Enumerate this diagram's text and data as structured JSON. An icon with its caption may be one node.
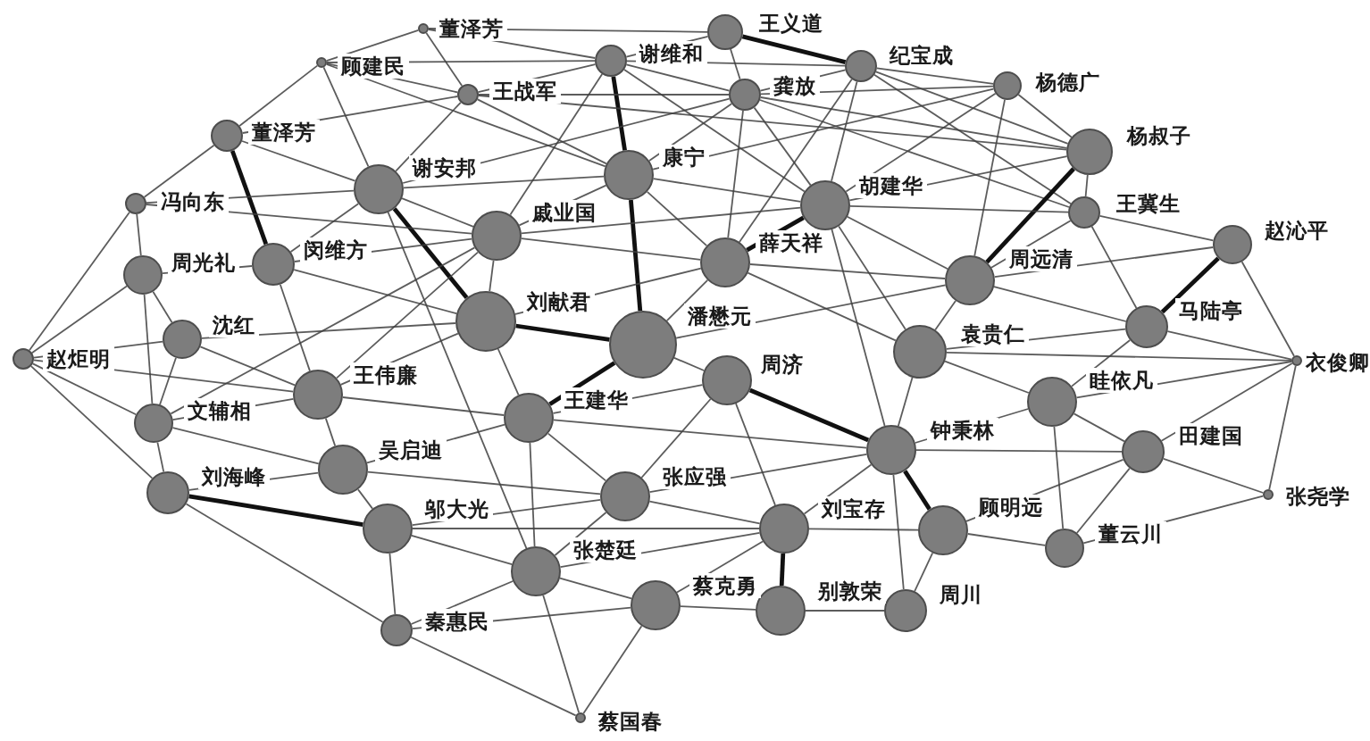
{
  "diagram": {
    "nodes": [
      {
        "text": [
          "董泽芳"
        ]
      },
      {
        "text": [
          "王义道"
        ]
      },
      {
        "text": [
          "顾建民"
        ]
      },
      {
        "text": [
          "谢维和"
        ]
      },
      {
        "text": [
          "纪宝成"
        ]
      },
      {
        "text": [
          "杨德广"
        ]
      },
      {
        "text": [
          "王战军"
        ]
      },
      {
        "text": [
          "龚放"
        ]
      },
      {
        "text": [
          "董泽芳"
        ]
      },
      {
        "text": [
          "杨叔子"
        ]
      },
      {
        "text": [
          "康宁"
        ]
      },
      {
        "text": [
          "谢安邦"
        ]
      },
      {
        "text": [
          "冯向东"
        ]
      },
      {
        "text": [
          "胡建华"
        ]
      },
      {
        "text": [
          "王冀生"
        ]
      },
      {
        "text": [
          "戚业国"
        ]
      },
      {
        "text": [
          "赵沁平"
        ]
      },
      {
        "text": [
          "薛天祥"
        ]
      },
      {
        "text": [
          "闵维方"
        ]
      },
      {
        "text": [
          "周光礼"
        ]
      },
      {
        "text": [
          "周远清"
        ]
      },
      {
        "text": [
          "刘献君"
        ]
      },
      {
        "text": [
          "马陆亭"
        ]
      },
      {
        "text": [
          "沈红"
        ]
      },
      {
        "text": [
          "潘懋元"
        ]
      },
      {
        "text": [
          "袁贵仁"
        ]
      },
      {
        "text": [
          "赵炬明"
        ]
      },
      {
        "text": [
          "衣俊卿"
        ]
      },
      {
        "text": [
          "周济"
        ]
      },
      {
        "text": [
          "王伟廉"
        ]
      },
      {
        "text": [
          "眭依凡"
        ]
      },
      {
        "text": [
          "王建华"
        ]
      },
      {
        "text": [
          "文辅相"
        ]
      },
      {
        "text": [
          "钟秉林"
        ]
      },
      {
        "text": [
          "田建国"
        ]
      },
      {
        "text": [
          "吴启迪"
        ]
      },
      {
        "text": [
          "刘海峰"
        ]
      },
      {
        "text": [
          "张尧学"
        ]
      },
      {
        "text": [
          "张应强"
        ]
      },
      {
        "text": [
          "邬大光"
        ]
      },
      {
        "text": [
          "刘宝存"
        ]
      },
      {
        "text": [
          "顾明远"
        ]
      },
      {
        "text": [
          "董云川"
        ]
      },
      {
        "text": [
          "张楚廷"
        ]
      },
      {
        "text": [
          "蔡克勇"
        ]
      },
      {
        "text": [
          "别敦荣"
        ]
      },
      {
        "text": [
          "周川"
        ]
      },
      {
        "text": [
          "秦惠民"
        ]
      },
      {
        "text": [
          "蔡国春"
        ]
      }
    ],
    "edges": [
      {
        "from": 0,
        "to": 1,
        "arrow": "none"
      },
      {
        "from": 0,
        "to": 2,
        "arrow": "none"
      },
      {
        "from": 0,
        "to": 3,
        "arrow": "none"
      },
      {
        "from": 0,
        "to": 6,
        "arrow": "none"
      },
      {
        "from": 1,
        "to": 3,
        "arrow": "none"
      },
      {
        "from": 1,
        "to": 4,
        "arrow": "none",
        "style": "thick",
        "color": "#111111"
      },
      {
        "from": 1,
        "to": 7,
        "arrow": "none"
      },
      {
        "from": 2,
        "to": 3,
        "arrow": "none"
      },
      {
        "from": 2,
        "to": 6,
        "arrow": "none"
      },
      {
        "from": 2,
        "to": 8,
        "arrow": "none"
      },
      {
        "from": 2,
        "to": 10,
        "arrow": "none"
      },
      {
        "from": 2,
        "to": 11,
        "arrow": "none"
      },
      {
        "from": 3,
        "to": 4,
        "arrow": "none"
      },
      {
        "from": 3,
        "to": 6,
        "arrow": "none"
      },
      {
        "from": 3,
        "to": 7,
        "arrow": "none"
      },
      {
        "from": 3,
        "to": 10,
        "arrow": "none",
        "style": "thick",
        "color": "#111111"
      },
      {
        "from": 3,
        "to": 13,
        "arrow": "none"
      },
      {
        "from": 3,
        "to": 15,
        "arrow": "none"
      },
      {
        "from": 4,
        "to": 5,
        "arrow": "none"
      },
      {
        "from": 4,
        "to": 7,
        "arrow": "none"
      },
      {
        "from": 4,
        "to": 9,
        "arrow": "none"
      },
      {
        "from": 4,
        "to": 13,
        "arrow": "none"
      },
      {
        "from": 4,
        "to": 14,
        "arrow": "none"
      },
      {
        "from": 4,
        "to": 17,
        "arrow": "none"
      },
      {
        "from": 5,
        "to": 7,
        "arrow": "none"
      },
      {
        "from": 5,
        "to": 9,
        "arrow": "none"
      },
      {
        "from": 5,
        "to": 10,
        "arrow": "none"
      },
      {
        "from": 5,
        "to": 13,
        "arrow": "none"
      },
      {
        "from": 5,
        "to": 20,
        "arrow": "none"
      },
      {
        "from": 6,
        "to": 7,
        "arrow": "none"
      },
      {
        "from": 6,
        "to": 8,
        "arrow": "none"
      },
      {
        "from": 6,
        "to": 9,
        "arrow": "none"
      },
      {
        "from": 6,
        "to": 10,
        "arrow": "none"
      },
      {
        "from": 6,
        "to": 11,
        "arrow": "none"
      },
      {
        "from": 7,
        "to": 9,
        "arrow": "none"
      },
      {
        "from": 7,
        "to": 10,
        "arrow": "none"
      },
      {
        "from": 7,
        "to": 11,
        "arrow": "none"
      },
      {
        "from": 7,
        "to": 13,
        "arrow": "none"
      },
      {
        "from": 7,
        "to": 14,
        "arrow": "none"
      },
      {
        "from": 7,
        "to": 17,
        "arrow": "none"
      },
      {
        "from": 8,
        "to": 11,
        "arrow": "none"
      },
      {
        "from": 8,
        "to": 12,
        "arrow": "none"
      },
      {
        "from": 8,
        "to": 18,
        "arrow": "none",
        "style": "thick",
        "color": "#111111"
      },
      {
        "from": 9,
        "to": 13,
        "arrow": "none"
      },
      {
        "from": 9,
        "to": 14,
        "arrow": "none"
      },
      {
        "from": 9,
        "to": 20,
        "arrow": "none",
        "style": "thick",
        "color": "#111111"
      },
      {
        "from": 10,
        "to": 11,
        "arrow": "none"
      },
      {
        "from": 10,
        "to": 13,
        "arrow": "none"
      },
      {
        "from": 10,
        "to": 15,
        "arrow": "none"
      },
      {
        "from": 10,
        "to": 17,
        "arrow": "none"
      },
      {
        "from": 10,
        "to": 24,
        "arrow": "none",
        "style": "thick",
        "color": "#111111"
      },
      {
        "from": 11,
        "to": 12,
        "arrow": "none"
      },
      {
        "from": 11,
        "to": 15,
        "arrow": "none"
      },
      {
        "from": 11,
        "to": 18,
        "arrow": "none"
      },
      {
        "from": 11,
        "to": 21,
        "arrow": "none",
        "style": "thick",
        "color": "#111111"
      },
      {
        "from": 11,
        "to": 43,
        "arrow": "none"
      },
      {
        "from": 12,
        "to": 15,
        "arrow": "none"
      },
      {
        "from": 12,
        "to": 19,
        "arrow": "none"
      },
      {
        "from": 12,
        "to": 26,
        "arrow": "none"
      },
      {
        "from": 13,
        "to": 14,
        "arrow": "none"
      },
      {
        "from": 13,
        "to": 15,
        "arrow": "none"
      },
      {
        "from": 13,
        "to": 17,
        "arrow": "none",
        "style": "thick",
        "color": "#111111"
      },
      {
        "from": 13,
        "to": 20,
        "arrow": "none"
      },
      {
        "from": 13,
        "to": 25,
        "arrow": "none"
      },
      {
        "from": 13,
        "to": 33,
        "arrow": "none"
      },
      {
        "from": 14,
        "to": 16,
        "arrow": "none"
      },
      {
        "from": 14,
        "to": 20,
        "arrow": "none"
      },
      {
        "from": 14,
        "to": 22,
        "arrow": "none"
      },
      {
        "from": 15,
        "to": 17,
        "arrow": "none"
      },
      {
        "from": 15,
        "to": 18,
        "arrow": "none"
      },
      {
        "from": 15,
        "to": 21,
        "arrow": "none"
      },
      {
        "from": 15,
        "to": 29,
        "arrow": "none"
      },
      {
        "from": 15,
        "to": 32,
        "arrow": "none"
      },
      {
        "from": 16,
        "to": 20,
        "arrow": "none"
      },
      {
        "from": 16,
        "to": 22,
        "arrow": "none",
        "style": "thick",
        "color": "#111111"
      },
      {
        "from": 16,
        "to": 27,
        "arrow": "none"
      },
      {
        "from": 17,
        "to": 20,
        "arrow": "none"
      },
      {
        "from": 17,
        "to": 21,
        "arrow": "none"
      },
      {
        "from": 17,
        "to": 24,
        "arrow": "none"
      },
      {
        "from": 17,
        "to": 25,
        "arrow": "none"
      },
      {
        "from": 18,
        "to": 19,
        "arrow": "none"
      },
      {
        "from": 18,
        "to": 21,
        "arrow": "none"
      },
      {
        "from": 18,
        "to": 29,
        "arrow": "none"
      },
      {
        "from": 19,
        "to": 23,
        "arrow": "none"
      },
      {
        "from": 19,
        "to": 26,
        "arrow": "none"
      },
      {
        "from": 19,
        "to": 32,
        "arrow": "none"
      },
      {
        "from": 20,
        "to": 22,
        "arrow": "none"
      },
      {
        "from": 20,
        "to": 24,
        "arrow": "none"
      },
      {
        "from": 20,
        "to": 25,
        "arrow": "none"
      },
      {
        "from": 21,
        "to": 23,
        "arrow": "none"
      },
      {
        "from": 21,
        "to": 24,
        "arrow": "none",
        "style": "thick",
        "color": "#111111"
      },
      {
        "from": 21,
        "to": 29,
        "arrow": "none"
      },
      {
        "from": 21,
        "to": 31,
        "arrow": "none"
      },
      {
        "from": 22,
        "to": 25,
        "arrow": "none"
      },
      {
        "from": 22,
        "to": 27,
        "arrow": "none"
      },
      {
        "from": 22,
        "to": 30,
        "arrow": "none"
      },
      {
        "from": 23,
        "to": 26,
        "arrow": "none"
      },
      {
        "from": 23,
        "to": 29,
        "arrow": "none"
      },
      {
        "from": 23,
        "to": 32,
        "arrow": "none"
      },
      {
        "from": 24,
        "to": 28,
        "arrow": "none"
      },
      {
        "from": 24,
        "to": 31,
        "arrow": "none",
        "style": "thick",
        "color": "#111111"
      },
      {
        "from": 25,
        "to": 27,
        "arrow": "none"
      },
      {
        "from": 25,
        "to": 30,
        "arrow": "none"
      },
      {
        "from": 25,
        "to": 33,
        "arrow": "none"
      },
      {
        "from": 26,
        "to": 29,
        "arrow": "none"
      },
      {
        "from": 26,
        "to": 32,
        "arrow": "none"
      },
      {
        "from": 26,
        "to": 36,
        "arrow": "none"
      },
      {
        "from": 27,
        "to": 30,
        "arrow": "none"
      },
      {
        "from": 27,
        "to": 34,
        "arrow": "none"
      },
      {
        "from": 27,
        "to": 37,
        "arrow": "none"
      },
      {
        "from": 28,
        "to": 31,
        "arrow": "none"
      },
      {
        "from": 28,
        "to": 33,
        "arrow": "none",
        "style": "thick",
        "color": "#111111"
      },
      {
        "from": 28,
        "to": 38,
        "arrow": "none"
      },
      {
        "from": 28,
        "to": 40,
        "arrow": "none"
      },
      {
        "from": 29,
        "to": 31,
        "arrow": "none"
      },
      {
        "from": 29,
        "to": 32,
        "arrow": "none"
      },
      {
        "from": 29,
        "to": 35,
        "arrow": "none"
      },
      {
        "from": 30,
        "to": 33,
        "arrow": "none"
      },
      {
        "from": 30,
        "to": 34,
        "arrow": "none"
      },
      {
        "from": 30,
        "to": 42,
        "arrow": "none"
      },
      {
        "from": 31,
        "to": 33,
        "arrow": "none"
      },
      {
        "from": 31,
        "to": 35,
        "arrow": "none"
      },
      {
        "from": 31,
        "to": 38,
        "arrow": "none"
      },
      {
        "from": 31,
        "to": 43,
        "arrow": "none"
      },
      {
        "from": 32,
        "to": 35,
        "arrow": "none"
      },
      {
        "from": 32,
        "to": 36,
        "arrow": "none"
      },
      {
        "from": 33,
        "to": 34,
        "arrow": "none"
      },
      {
        "from": 33,
        "to": 38,
        "arrow": "none"
      },
      {
        "from": 33,
        "to": 40,
        "arrow": "none"
      },
      {
        "from": 33,
        "to": 41,
        "arrow": "none",
        "style": "thick",
        "color": "#111111"
      },
      {
        "from": 33,
        "to": 46,
        "arrow": "none"
      },
      {
        "from": 34,
        "to": 37,
        "arrow": "none"
      },
      {
        "from": 34,
        "to": 41,
        "arrow": "none"
      },
      {
        "from": 34,
        "to": 42,
        "arrow": "none"
      },
      {
        "from": 35,
        "to": 36,
        "arrow": "none"
      },
      {
        "from": 35,
        "to": 38,
        "arrow": "none"
      },
      {
        "from": 35,
        "to": 39,
        "arrow": "none"
      },
      {
        "from": 36,
        "to": 39,
        "arrow": "none",
        "style": "thick",
        "color": "#111111"
      },
      {
        "from": 36,
        "to": 47,
        "arrow": "none"
      },
      {
        "from": 37,
        "to": 42,
        "arrow": "none"
      },
      {
        "from": 38,
        "to": 39,
        "arrow": "none"
      },
      {
        "from": 38,
        "to": 40,
        "arrow": "none"
      },
      {
        "from": 38,
        "to": 43,
        "arrow": "none"
      },
      {
        "from": 39,
        "to": 40,
        "arrow": "none"
      },
      {
        "from": 39,
        "to": 43,
        "arrow": "none"
      },
      {
        "from": 39,
        "to": 47,
        "arrow": "none"
      },
      {
        "from": 40,
        "to": 41,
        "arrow": "none"
      },
      {
        "from": 40,
        "to": 43,
        "arrow": "none"
      },
      {
        "from": 40,
        "to": 44,
        "arrow": "none"
      },
      {
        "from": 40,
        "to": 45,
        "arrow": "none",
        "style": "thick",
        "color": "#111111"
      },
      {
        "from": 41,
        "to": 42,
        "arrow": "none"
      },
      {
        "from": 41,
        "to": 46,
        "arrow": "none"
      },
      {
        "from": 43,
        "to": 44,
        "arrow": "none"
      },
      {
        "from": 43,
        "to": 47,
        "arrow": "none"
      },
      {
        "from": 43,
        "to": 48,
        "arrow": "none"
      },
      {
        "from": 44,
        "to": 45,
        "arrow": "none"
      },
      {
        "from": 44,
        "to": 47,
        "arrow": "none"
      },
      {
        "from": 44,
        "to": 48,
        "arrow": "none"
      },
      {
        "from": 45,
        "to": 46,
        "arrow": "none"
      },
      {
        "from": 47,
        "to": 48,
        "arrow": "none"
      }
    ]
  }
}
